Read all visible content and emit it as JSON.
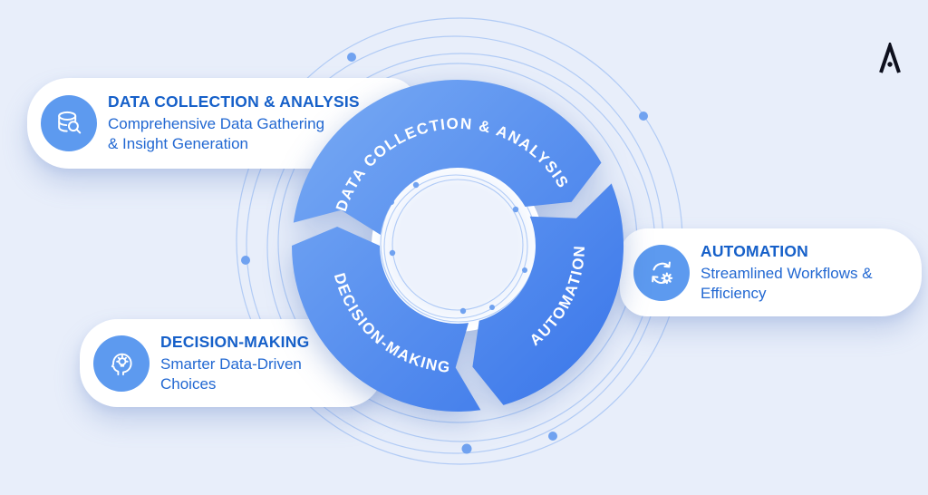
{
  "brand": {
    "logo_mark": "A"
  },
  "diagram": {
    "segments": [
      {
        "arc_label": "DATA COLLECTION & ANALYSIS"
      },
      {
        "arc_label": "AUTOMATION"
      },
      {
        "arc_label": "DECISION-MAKING"
      }
    ]
  },
  "cards": [
    {
      "title": "DATA COLLECTION & ANALYSIS",
      "description_lines": [
        "Comprehensive Data Gathering",
        "& Insight Generation"
      ],
      "icon": "database-search-icon"
    },
    {
      "title": "AUTOMATION",
      "description_lines": [
        "Streamlined Workflows &",
        "Efficiency"
      ],
      "icon": "sync-arrows-gear-icon"
    },
    {
      "title": "DECISION-MAKING",
      "description_lines": [
        "Smarter Data-Driven",
        "Choices"
      ],
      "icon": "head-lightbulb-icon"
    }
  ],
  "colors": {
    "background": "#e8eefa",
    "card_background": "#ffffff",
    "title_text": "#1660c9",
    "description_text": "#2268d2",
    "icon_circle": "#5d9aef",
    "ring_gradient_start": "#78aaf4",
    "ring_gradient_end": "#3673e9",
    "ring_label_text": "#ffffff",
    "orbit_line": "#85aff2",
    "orbit_dot": "#70a2f0",
    "logo": "#0d0f1d"
  }
}
